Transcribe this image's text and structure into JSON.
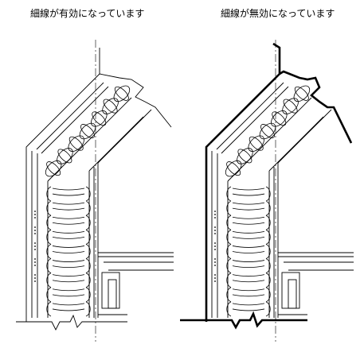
{
  "captions": {
    "left": "細線が有効になっています",
    "right": "細線が無効になっています"
  },
  "panels": [
    {
      "id": "thin-lines-enabled",
      "outline_style": "thin",
      "line_color": "#000000"
    },
    {
      "id": "thin-lines-disabled",
      "outline_style": "thick",
      "line_color": "#000000"
    }
  ]
}
